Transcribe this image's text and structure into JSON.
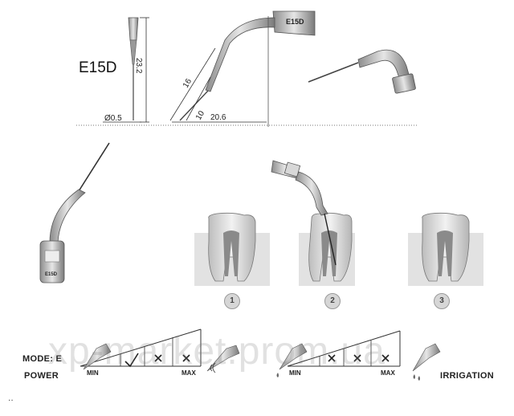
{
  "tip": {
    "model": "E15D",
    "engraving": "E15D",
    "tip_label": "E15D"
  },
  "dimensions": {
    "diameter": "Ø0.5",
    "height": "23.2",
    "length_a": "16",
    "length_b": "10",
    "width": "20.6"
  },
  "steps": [
    "1",
    "2",
    "3"
  ],
  "settings": {
    "mode_label": "MODE: E",
    "power_label": "POWER",
    "irrigation_label": "IRRIGATION",
    "power_scale": {
      "min": "MIN",
      "max": "MAX",
      "marks": [
        "check",
        "cross",
        "cross"
      ]
    },
    "irrigation_scale": {
      "min": "MIN",
      "max": "MAX",
      "marks": [
        "cross",
        "cross",
        "cross"
      ]
    }
  },
  "watermark": "xp-market.prom.ua",
  "footnote": "..",
  "colors": {
    "line": "#333333",
    "tooth": "#cfcfcf",
    "pulp": "#8a8a8a",
    "metal": "#a8a8a8"
  }
}
